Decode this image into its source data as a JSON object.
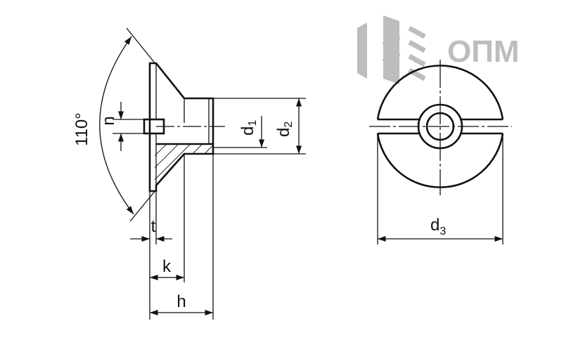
{
  "logo": {
    "text": "ОПМ",
    "color": "#bdbdbd"
  },
  "labels": {
    "angle": "110°",
    "n": "n",
    "d1": "d",
    "d1_sub": "1",
    "d2": "d",
    "d2_sub": "2",
    "d3": "d",
    "d3_sub": "3",
    "t": "t",
    "k": "k",
    "h": "h"
  }
}
